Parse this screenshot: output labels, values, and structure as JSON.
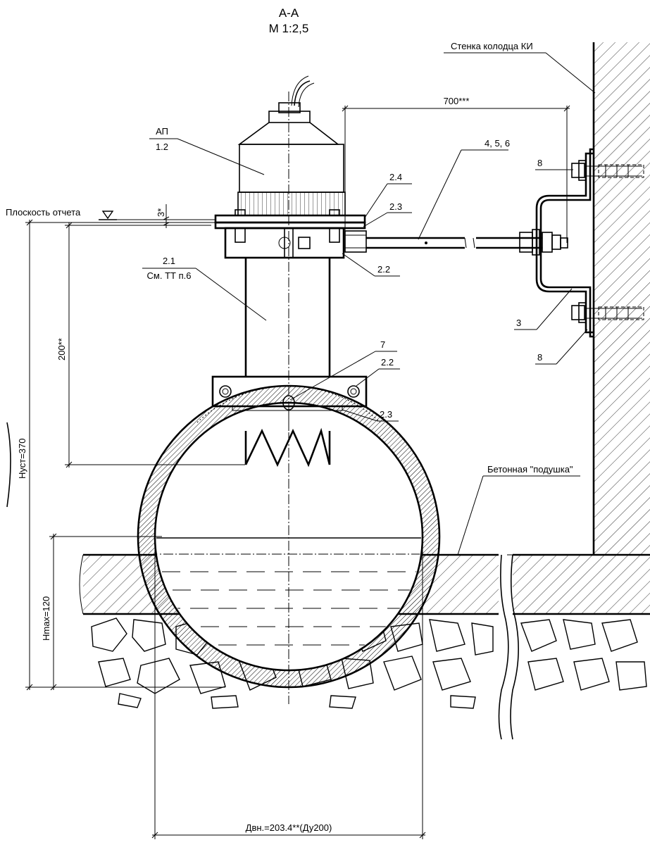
{
  "section": {
    "title": "А-А",
    "scale": "М 1:2,5"
  },
  "labels": {
    "wall": "Стенка  колодца КИ",
    "reference_plane": "Плоскость отчета",
    "sensor_name": "АП",
    "sensor_pos": "1.2",
    "pos_2_4": "2.4",
    "pos_2_3_top": "2.3",
    "pos_2_2_top": "2.2",
    "pos_2_1": "2.1",
    "pos_2_1_note": "См. ТТ п.6",
    "pos_7": "7",
    "pos_2_2_bottom": "2.2",
    "pos_2_3_bottom": "2.3",
    "pos_4_5_6": "4, 5, 6",
    "pos_8_top": "8",
    "pos_3": "3",
    "pos_8_bottom": "8",
    "concrete": "Бетонная \"подушка\""
  },
  "dimensions": {
    "gap_3": "3*",
    "height_200": "200**",
    "h_install": "Hуст=370",
    "h_max": "Hmax=120",
    "bracket_700": "700***",
    "diameter": "Двн.=203.4**(Ду200)"
  }
}
